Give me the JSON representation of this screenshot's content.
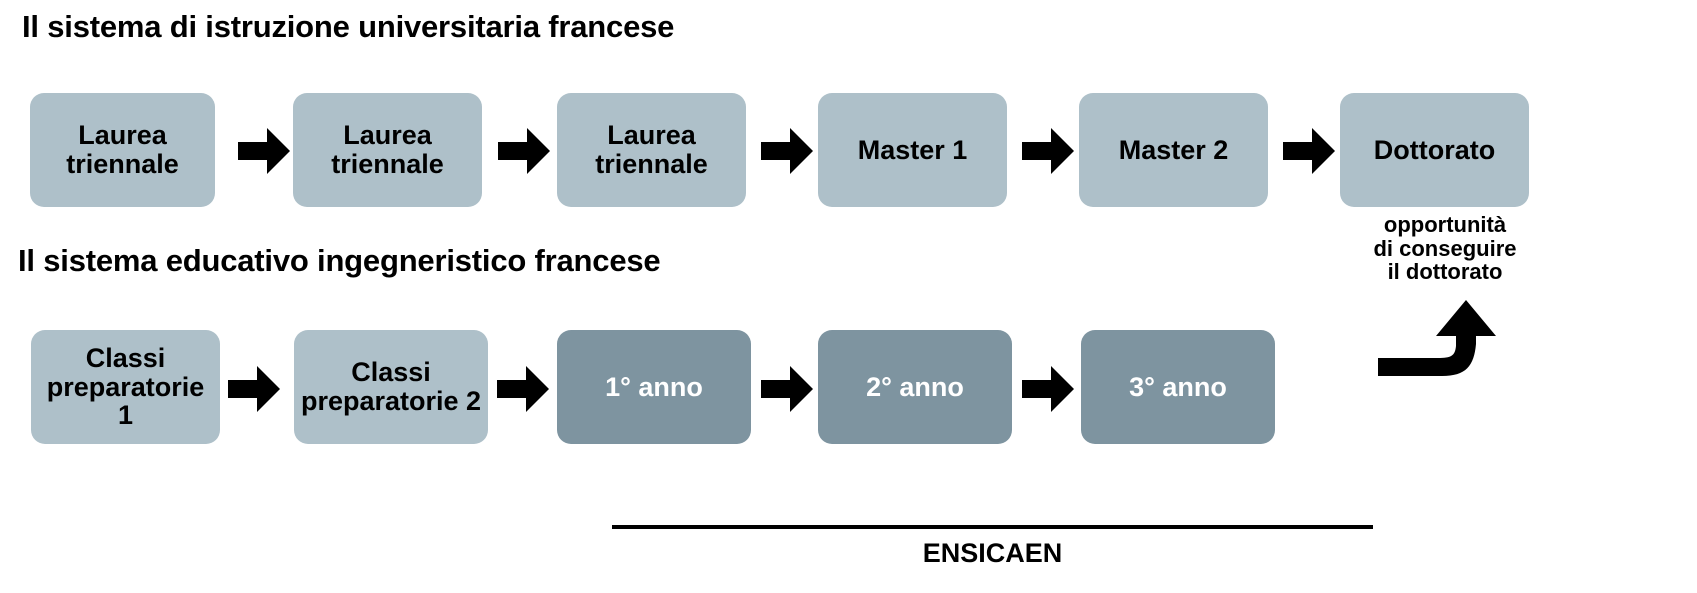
{
  "diagram": {
    "sections": [
      {
        "id": "university",
        "title": "Il sistema di istruzione universitaria francese",
        "nodes": [
          {
            "label": "Laurea\ntriennale",
            "style": "light"
          },
          {
            "label": "Laurea\ntriennale",
            "style": "light"
          },
          {
            "label": "Laurea\ntriennale",
            "style": "light"
          },
          {
            "label": "Master 1",
            "style": "light"
          },
          {
            "label": "Master 2",
            "style": "light"
          },
          {
            "label": "Dottorato",
            "style": "light"
          }
        ]
      },
      {
        "id": "engineering",
        "title": "Il sistema educativo ingegneristico francese",
        "nodes": [
          {
            "label": "Classi\npreparatorie 1",
            "style": "light"
          },
          {
            "label": "Classi\npreparatorie 2",
            "style": "light"
          },
          {
            "label": "1° anno",
            "style": "dark"
          },
          {
            "label": "2° anno",
            "style": "dark"
          },
          {
            "label": "3° anno",
            "style": "dark"
          }
        ]
      }
    ],
    "annotations": {
      "doctorate_note": "opportunità\ndi conseguire\nil dottorato",
      "bracket_label": "ENSICAEN"
    },
    "colors": {
      "node_light": "#aec0c9",
      "node_dark": "#7e94a0",
      "arrow": "#000000",
      "text_dark": "#000000",
      "text_light": "#ffffff",
      "background": "#ffffff"
    }
  }
}
